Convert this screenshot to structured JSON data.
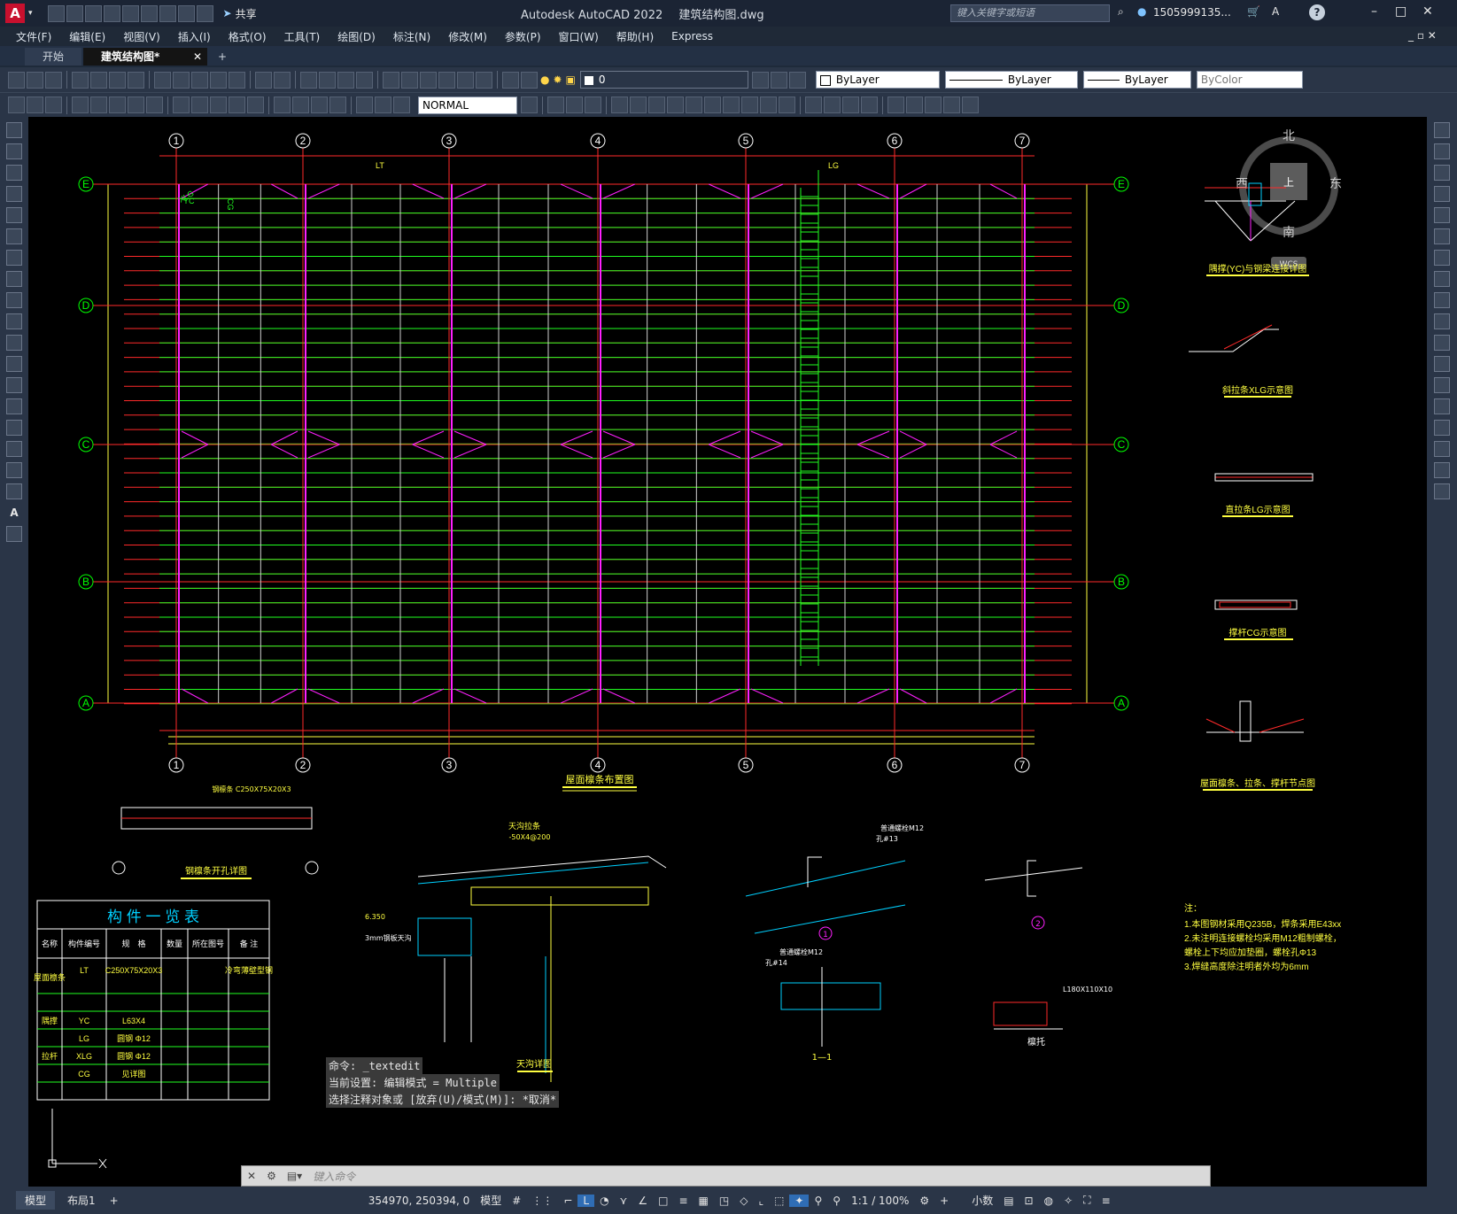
{
  "app": {
    "logo_letter": "A",
    "title": "Autodesk AutoCAD 2022",
    "filename": "建筑结构图.dwg",
    "share_label": "共享",
    "search_placeholder": "键入关键字或短语",
    "user": "1505999135...",
    "window_controls": [
      "–",
      "□",
      "✕"
    ]
  },
  "menu": [
    "文件(F)",
    "编辑(E)",
    "视图(V)",
    "插入(I)",
    "格式(O)",
    "工具(T)",
    "绘图(D)",
    "标注(N)",
    "修改(M)",
    "参数(P)",
    "窗口(W)",
    "帮助(H)",
    "Express"
  ],
  "tabs": {
    "start": "开始",
    "drawing": "建筑结构图*",
    "add": "+"
  },
  "toolbar": {
    "layer_value": "0",
    "color_value": "ByLayer",
    "linetype_value": "ByLayer",
    "lineweight_value": "ByLayer",
    "plotstyle_value": "ByColor",
    "dimstyle_value": "NORMAL"
  },
  "viewcube": {
    "north": "北",
    "south": "南",
    "east": "东",
    "west": "西",
    "top": "上",
    "wcs": "WCS"
  },
  "grid": {
    "columns": [
      "1",
      "2",
      "3",
      "4",
      "5",
      "6",
      "7"
    ],
    "rows": [
      "E",
      "D",
      "C",
      "B",
      "A"
    ],
    "plan_title": "屋面檩条布置图",
    "lt_label": "LT",
    "lg_label": "LG",
    "yc_label": "YC",
    "xlg_label": "XLG",
    "cg_label": "CG"
  },
  "details": {
    "yc_connection": "隅撑(YC)与钢梁连接详图",
    "xlg_diagram": "斜拉条XLG示意图",
    "lg_diagram": "直拉条LG示意图",
    "cg_diagram": "撑杆CG示意图",
    "node_detail": "屋面檩条、拉条、撑杆节点图",
    "purlin_hole": "钢檩条开孔详图",
    "gutter": "天沟详图",
    "gutter_rod": "天沟拉条",
    "gutter_rod_spec": "-50X4@200",
    "bolt_m12": "普通螺栓M12",
    "hole_13": "孔#13",
    "bolt_m12_2": "普通螺栓M12",
    "hole_14": "孔#14",
    "purlin_bracket": "檩托",
    "bracket_spec": "L180X110X10",
    "section_11": "1—1",
    "circle_1": "1",
    "circle_2": "2",
    "purlin_spec": "钢檩条 C250X75X20X3",
    "elev_6350": "6.350",
    "deck_3mm": "3mm钢板天沟"
  },
  "notes": {
    "title": "注：",
    "line1": "1.本图钢材采用Q235B，焊条采用E43xx",
    "line2": "2.未注明连接螺栓均采用M12粗制螺栓，",
    "line3": "  螺栓上下均应加垫圈，螺栓孔Φ13",
    "line4": "3.焊缝高度除注明者外均为6mm"
  },
  "table": {
    "title": "构 件 一 览 表",
    "headers": [
      "名称",
      "构件编号",
      "规　格",
      "数量",
      "所在图号",
      "备 注"
    ],
    "rows": [
      [
        "屋面檩条",
        "LT",
        "C250X75X20X3",
        "",
        "",
        "冷弯薄壁型钢"
      ],
      [
        "隅撑",
        "YC",
        "L63X4",
        "",
        "",
        ""
      ],
      [
        "拉杆",
        "LG",
        "圆钢 Φ12",
        "",
        "",
        ""
      ],
      [
        "",
        "XLG",
        "圆钢 Φ12",
        "",
        "",
        ""
      ],
      [
        "",
        "CG",
        "见详图",
        "",
        "",
        ""
      ]
    ]
  },
  "command": {
    "log1": "命令: _textedit",
    "log2": "当前设置: 编辑模式 = Multiple",
    "log3": "选择注释对象或 [放弃(U)/模式(M)]: *取消*",
    "placeholder": "键入命令"
  },
  "layout_tabs": [
    "模型",
    "布局1",
    "+"
  ],
  "status": {
    "coords": "354970, 250394, 0",
    "model": "模型",
    "scale": "1:1 / 100%",
    "units": "小数"
  },
  "colors": {
    "grid_red": "#ff2a2a",
    "purlin_green": "#20ff20",
    "column_magenta": "#ff20ff",
    "axis_green": "#00ff00",
    "annotation_yellow": "#ffff40",
    "cyan": "#00d0ff"
  }
}
